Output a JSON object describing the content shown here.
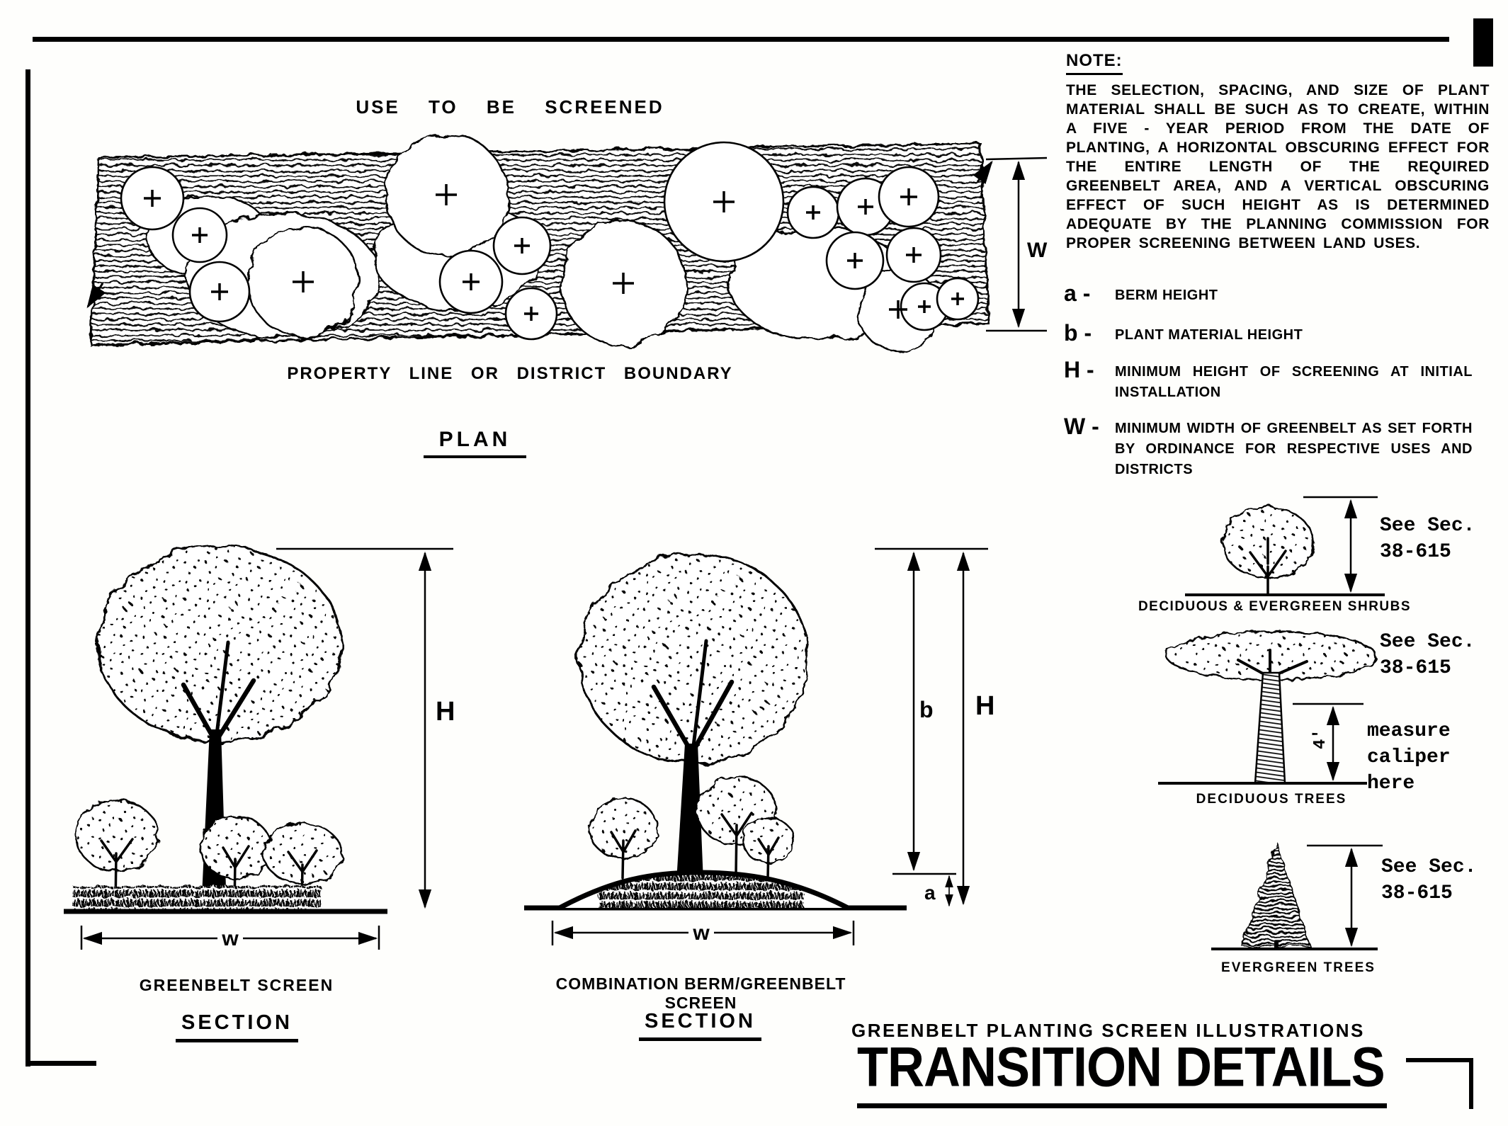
{
  "plan": {
    "use_label": "USE TO BE SCREENED",
    "boundary_label": "PROPERTY LINE OR DISTRICT BOUNDARY",
    "title": "PLAN",
    "w_dim": "W"
  },
  "sections": {
    "greenbelt": {
      "caption": "GREENBELT SCREEN",
      "title": "SECTION",
      "h_dim": "H",
      "w_dim": "w"
    },
    "berm": {
      "caption": "COMBINATION BERM/GREENBELT SCREEN",
      "title": "SECTION",
      "h_dim": "H",
      "b_dim": "b",
      "a_dim": "a",
      "w_dim": "w"
    }
  },
  "note": {
    "heading": "NOTE:",
    "body": "THE SELECTION, SPACING, AND SIZE OF PLANT MATERIAL SHALL BE SUCH AS TO CREATE, WITHIN A FIVE - YEAR PERIOD FROM THE DATE OF PLANTING, A HORIZONTAL OBSCURING EFFECT FOR THE ENTIRE LENGTH OF THE REQUIRED GREENBELT AREA, AND A VERTICAL OBSCURING EFFECT OF SUCH HEIGHT AS IS DETERMINED ADEQUATE BY THE PLANNING COMMISSION FOR PROPER SCREENING BETWEEN LAND USES."
  },
  "legend": [
    {
      "symbol": "a -",
      "text": "BERM HEIGHT"
    },
    {
      "symbol": "b -",
      "text": "PLANT MATERIAL HEIGHT"
    },
    {
      "symbol": "H -",
      "text": "MINIMUM HEIGHT OF SCREENING AT INITIAL INSTALLATION"
    },
    {
      "symbol": "W -",
      "text": "MINIMUM WIDTH OF GREENBELT AS SET FORTH BY ORDINANCE FOR RESPECTIVE USES AND DISTRICTS"
    }
  ],
  "details": {
    "shrubs": {
      "see_sec": "See Sec.\n38-615",
      "label": "DECIDUOUS & EVERGREEN SHRUBS"
    },
    "deciduous": {
      "see_sec": "See Sec.\n38-615",
      "label": "DECIDUOUS TREES",
      "caliper_note": "measure\ncaliper\nhere",
      "height_dim": "4'"
    },
    "evergreen": {
      "see_sec": "See Sec.\n38-615",
      "label": "EVERGREEN TREES"
    }
  },
  "footer": {
    "subtitle": "GREENBELT PLANTING SCREEN ILLUSTRATIONS",
    "title": "TRANSITION DETAILS"
  }
}
